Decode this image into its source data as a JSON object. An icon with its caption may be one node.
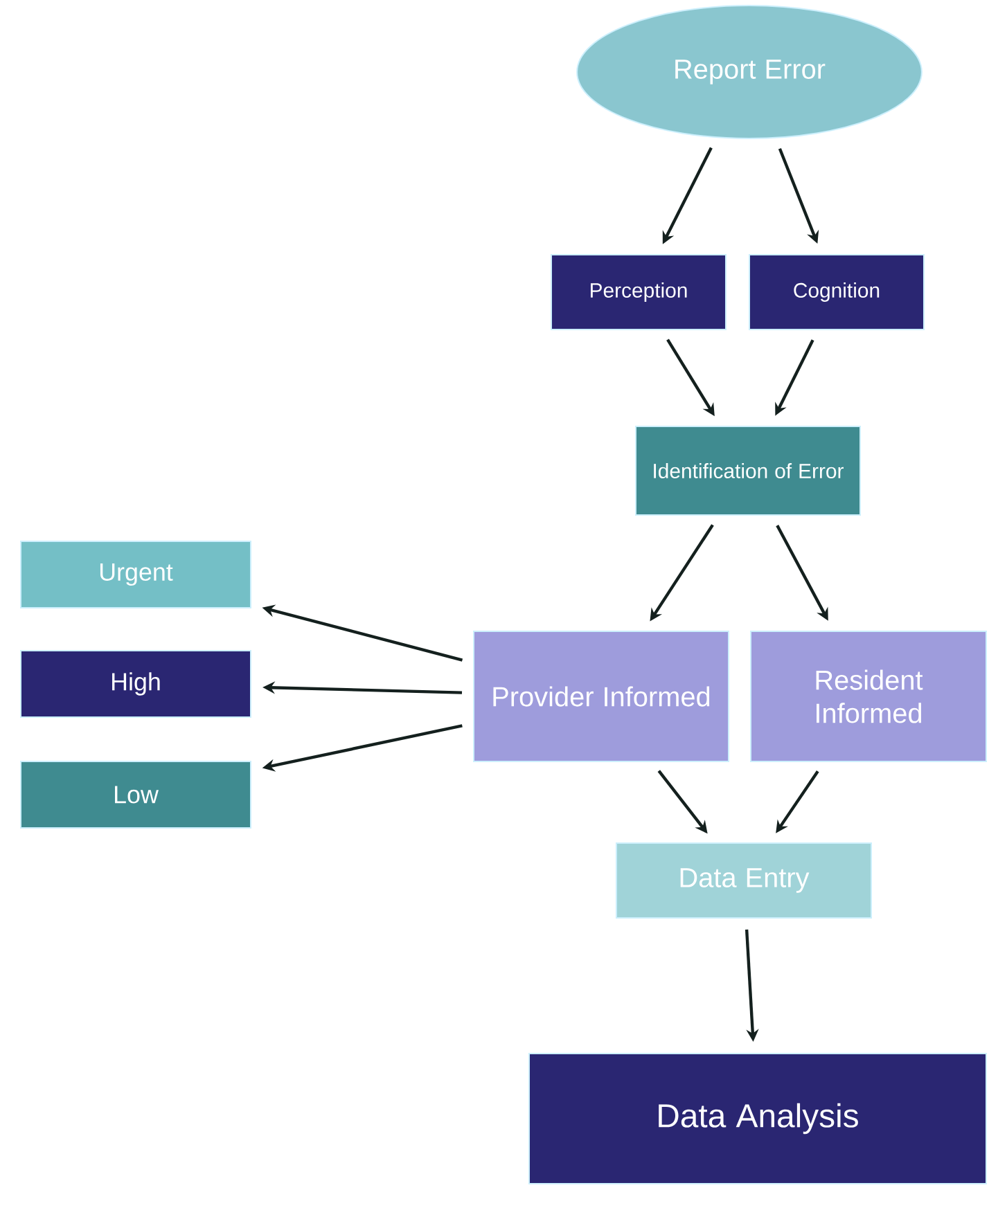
{
  "diagram": {
    "nodes": [
      {
        "text": [
          "Report Error"
        ]
      },
      {
        "text": [
          "Perception"
        ]
      },
      {
        "text": [
          "Cognition"
        ]
      },
      {
        "text": [
          "Identification of Error"
        ]
      },
      {
        "text": [
          "Provider Informed"
        ]
      },
      {
        "text": [
          "Resident Informed"
        ]
      },
      {
        "text": [
          "Data Entry"
        ]
      },
      {
        "text": [
          "Data Analysis"
        ]
      },
      {
        "text": [
          "Urgent"
        ]
      },
      {
        "text": [
          "High"
        ]
      },
      {
        "text": [
          "Low"
        ]
      }
    ],
    "edges": [
      {
        "from": 0,
        "to": 1,
        "arrow": "to"
      },
      {
        "from": 0,
        "to": 2,
        "arrow": "to"
      },
      {
        "from": 1,
        "to": 3,
        "arrow": "to"
      },
      {
        "from": 2,
        "to": 3,
        "arrow": "to"
      },
      {
        "from": 3,
        "to": 4,
        "arrow": "to"
      },
      {
        "from": 3,
        "to": 5,
        "arrow": "to"
      },
      {
        "from": 4,
        "to": 6,
        "arrow": "to"
      },
      {
        "from": 5,
        "to": 6,
        "arrow": "to"
      },
      {
        "from": 6,
        "to": 7,
        "arrow": "to"
      },
      {
        "from": 4,
        "to": 8,
        "arrow": "to"
      },
      {
        "from": 4,
        "to": 9,
        "arrow": "to"
      },
      {
        "from": 4,
        "to": 10,
        "arrow": "to"
      }
    ]
  }
}
